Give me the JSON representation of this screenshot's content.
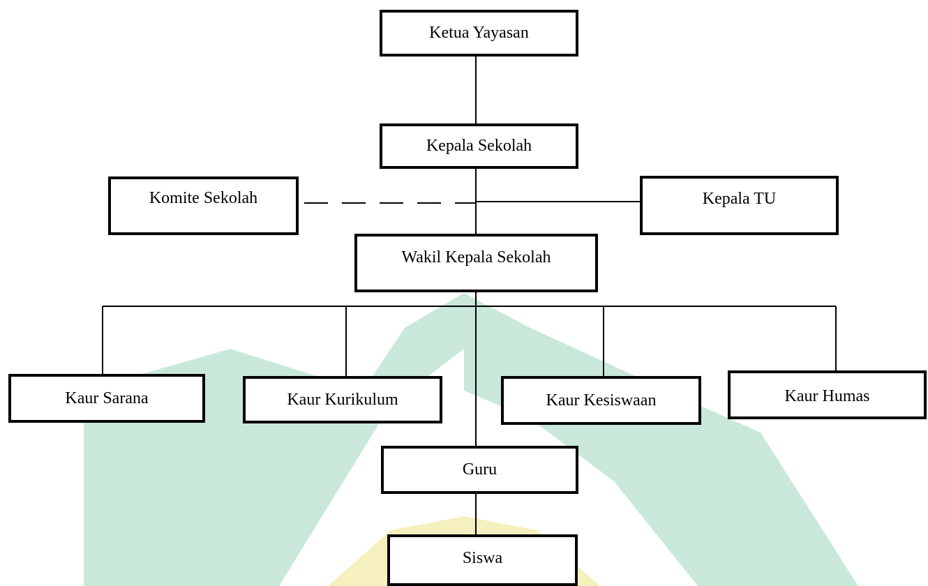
{
  "colors": {
    "line": "#000000",
    "box_border": "#000000",
    "box_fill": "#ffffff",
    "watermark_green": "#c9e8d9",
    "watermark_yellow": "#f6f0bf"
  },
  "watermark": {
    "description_icon": "institution-logo-watermark"
  },
  "nodes": {
    "ketua_yayasan": "Ketua Yayasan",
    "kepala_sekolah": "Kepala Sekolah",
    "komite_sekolah": "Komite Sekolah",
    "kepala_tu": "Kepala TU",
    "wakil_kepala_sekolah": "Wakil Kepala Sekolah",
    "kaur_sarana": "Kaur Sarana",
    "kaur_kurikulum": "Kaur Kurikulum",
    "kaur_kesiswaan": "Kaur Kesiswaan",
    "kaur_humas": "Kaur Humas",
    "guru": "Guru",
    "siswa": "Siswa"
  }
}
